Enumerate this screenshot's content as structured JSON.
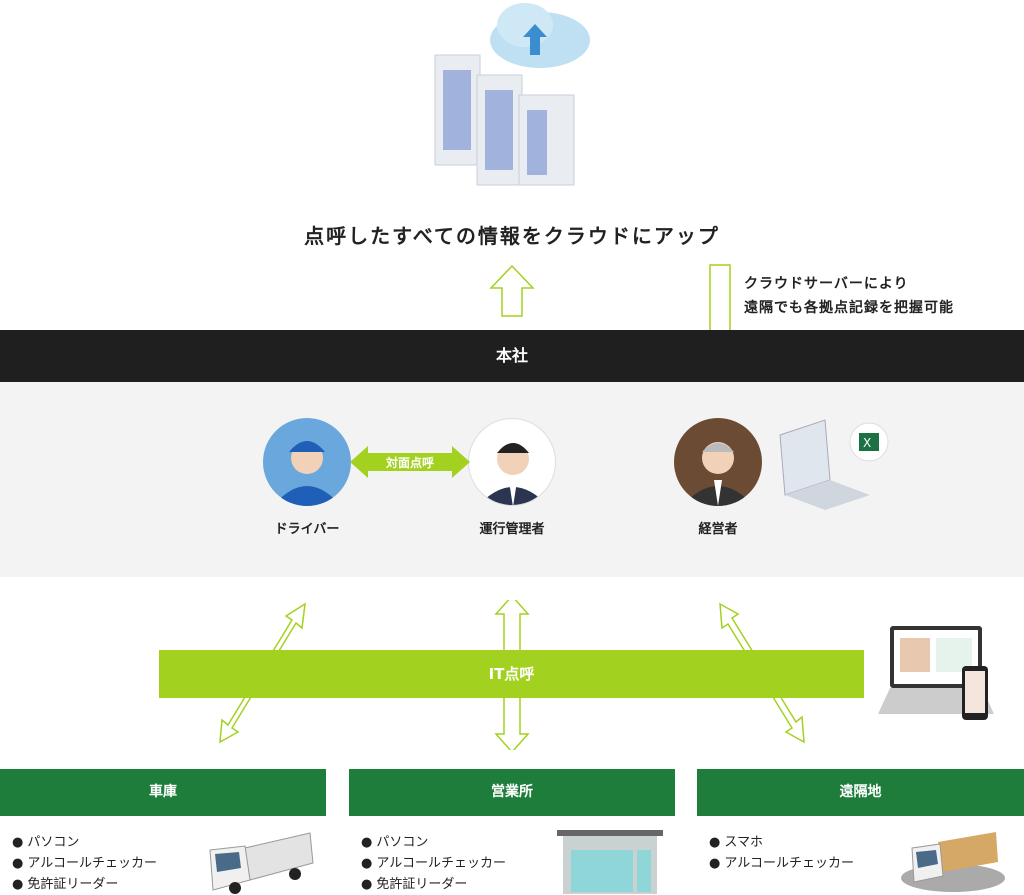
{
  "title": "点呼したすべての情報をクラウドにアップ",
  "cloud_note": [
    "クラウドサーバーにより",
    "遠隔でも各拠点記録を把握可能"
  ],
  "headquarters": "本社",
  "people": [
    {
      "label": "ドライバー"
    },
    {
      "label": "運行管理者"
    },
    {
      "label": "経営者"
    }
  ],
  "face_to_face": "対面点呼",
  "it_roll_call": "IT点呼",
  "locations": [
    {
      "name": "車庫",
      "items": [
        "パソコン",
        "アルコールチェッカー",
        "免許証リーダー"
      ]
    },
    {
      "name": "営業所",
      "items": [
        "パソコン",
        "アルコールチェッカー",
        "免許証リーダー"
      ]
    },
    {
      "name": "遠隔地",
      "items": [
        "スマホ",
        "アルコールチェッカー"
      ]
    }
  ],
  "colors": {
    "green": "#1e7d3a",
    "lime": "#a2d21f",
    "dark": "#1f1f1f"
  }
}
